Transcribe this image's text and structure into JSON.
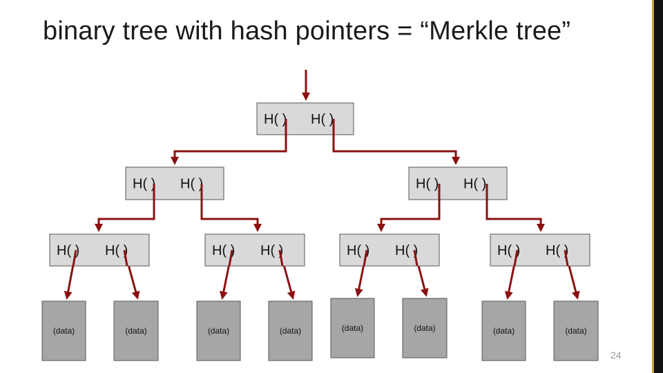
{
  "slide": {
    "title": "binary tree with hash pointers = “Merkle tree”",
    "page_number": "24"
  },
  "node_label": {
    "left": "H(  )",
    "right": "H(  )"
  },
  "data_label": "(data)",
  "colors": {
    "arrow": "#8b1010",
    "node_fill": "#d9d9d9",
    "data_fill": "#a6a6a6",
    "border": "#555555",
    "accent": "#c8a44a",
    "side_bar": "#121212"
  },
  "tree": {
    "levels": 3,
    "leaf_count": 8
  }
}
